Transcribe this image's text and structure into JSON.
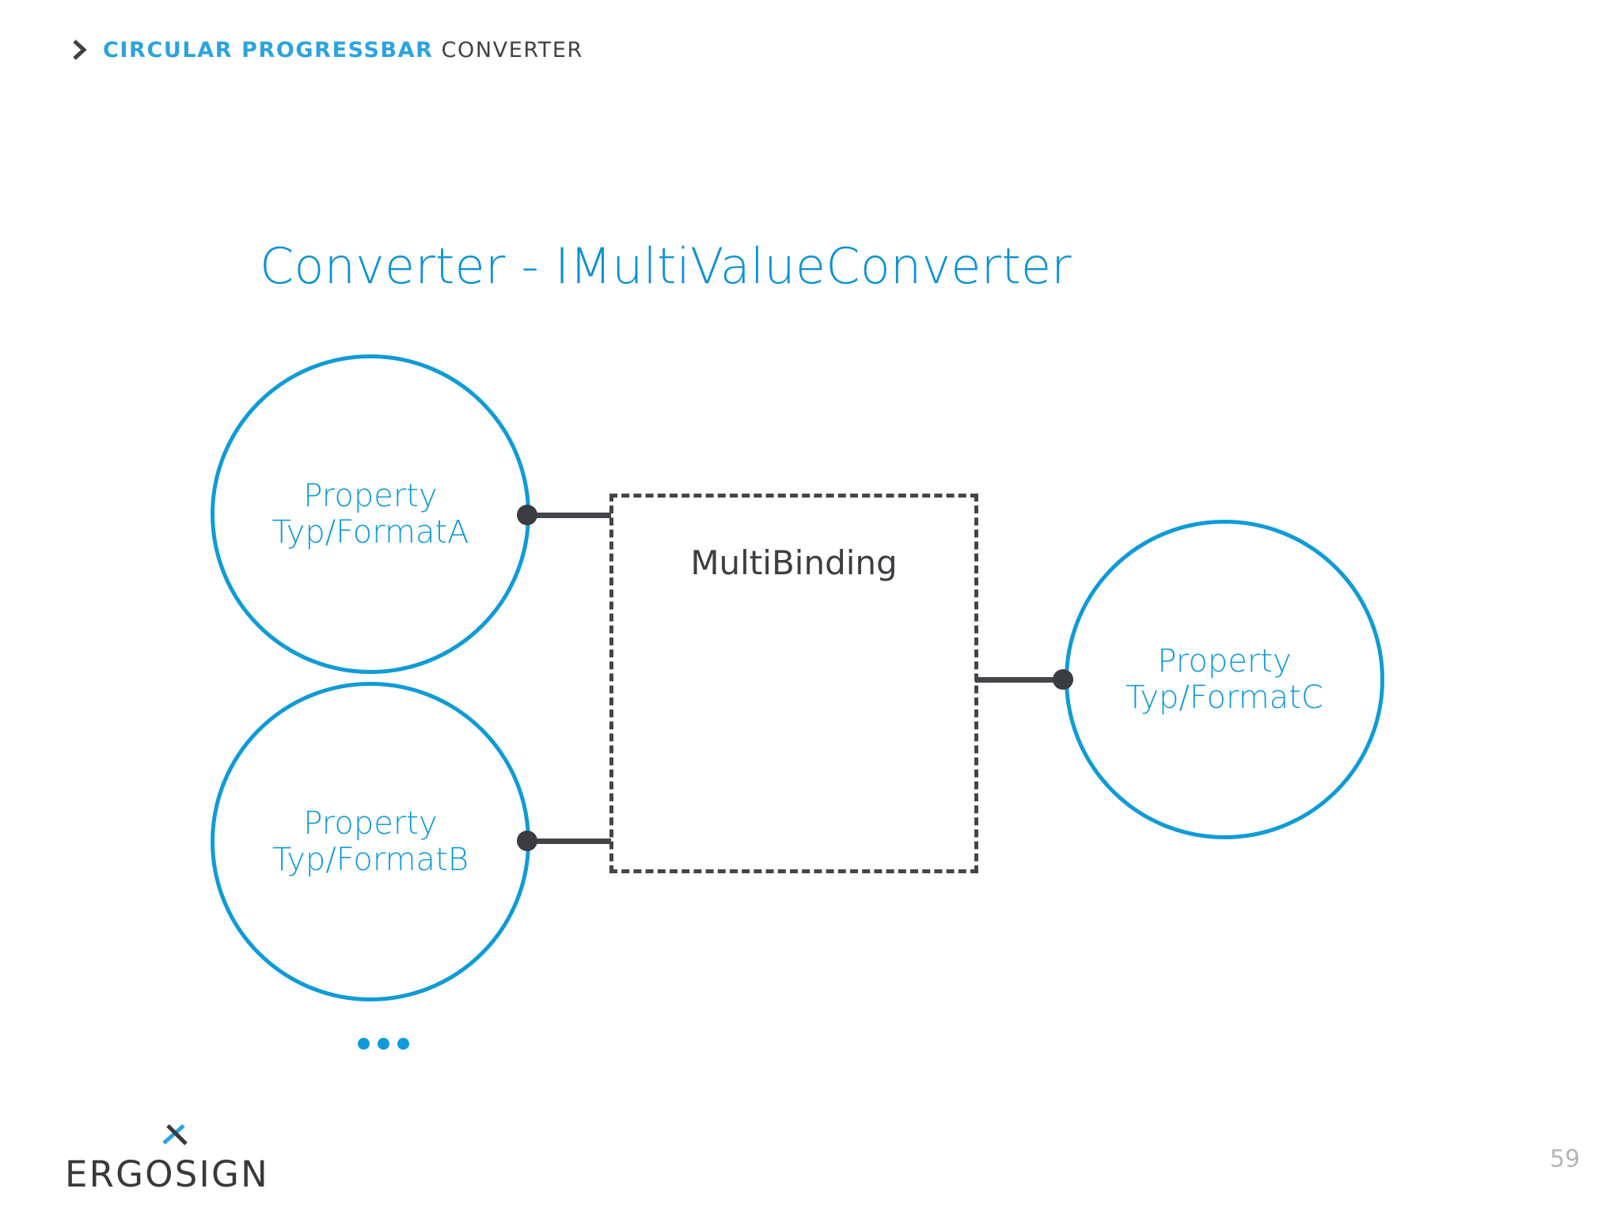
{
  "header": {
    "chevron_icon": "chevron-right-icon",
    "topic_strong": "CIRCULAR PROGRESSBAR",
    "topic_light": "CONVERTER"
  },
  "title": "Converter - IMultiValueConverter",
  "diagram": {
    "type": "node-link-diagram",
    "nodes": [
      {
        "id": "a",
        "shape": "circle",
        "line1": "Property",
        "line2": "Typ/FormatA"
      },
      {
        "id": "b",
        "shape": "circle",
        "line1": "Property",
        "line2": "Typ/FormatB"
      },
      {
        "id": "c",
        "shape": "circle",
        "line1": "Property",
        "line2": "Typ/FormatC"
      }
    ],
    "multibinding": {
      "label": "MultiBinding",
      "shape": "dashed-rectangle"
    },
    "ellipsis": "•••",
    "connector_icon": "connector-dot-icon"
  },
  "footer": {
    "logo_word": "ERGOSIGN",
    "logo_mark_icon": "ergosign-x-icon",
    "page_number": "59"
  },
  "colors": {
    "accent_blue": "#0f9bd7",
    "header_blue": "#2ca3dd",
    "title_blue": "#0c92d2",
    "dark_gray": "#3c3e42",
    "page_gray": "#b3b5ba",
    "background": "#ffffff"
  }
}
